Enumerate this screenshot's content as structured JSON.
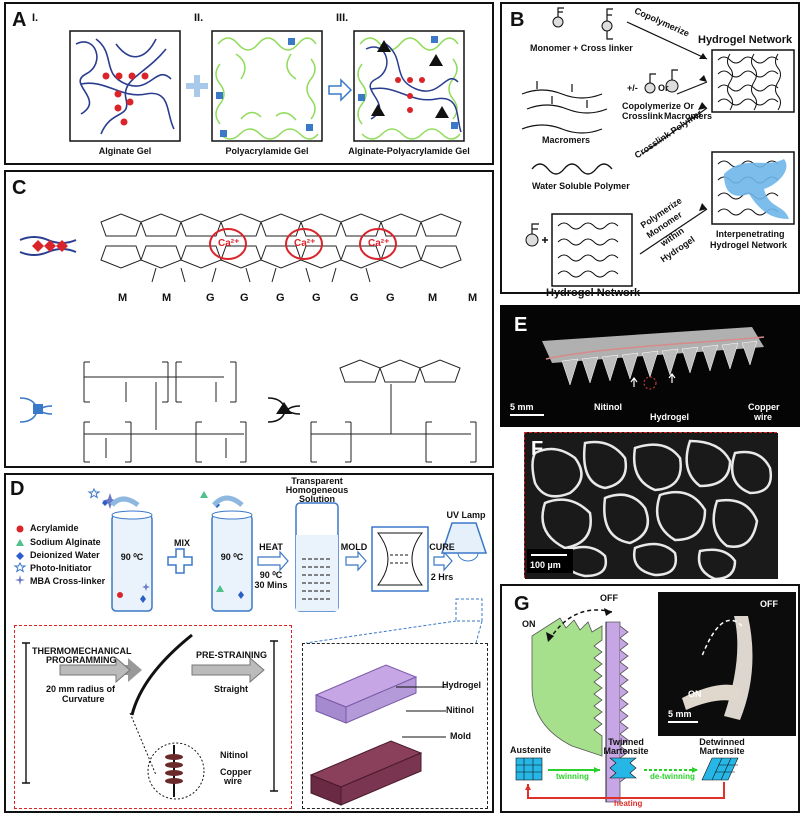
{
  "panel_labels": {
    "a": "A",
    "b": "B",
    "c": "C",
    "d": "D",
    "e": "E",
    "f": "F",
    "g": "G"
  },
  "panel_a": {
    "step_labels": [
      "I.",
      "II.",
      "III."
    ],
    "captions": [
      "Alginate Gel",
      "Polyacrylamide Gel",
      "Alginate-Polyacrylamide Gel"
    ]
  },
  "panel_b": {
    "monomer_eq": "Monomer  +  Cross linker",
    "copolymerize": "Copolymerize",
    "network_title": "Hydrogel Network",
    "plus_minus": "+/-",
    "or": "Or",
    "copoly_or": "Copolymerize Or",
    "crosslink_macromers": "Crosslink",
    "macromers_word": "Macromers",
    "macromers": "Macromers",
    "crosslink_polymer": "Crosslink Polymer",
    "water_polymer": "Water Soluble Polymer",
    "polymerize": "Polymerize",
    "monomer": "Monomer",
    "within": "within",
    "hydrogel": "Hydrogel",
    "interpenetrating_1": "Interpenetrating",
    "interpenetrating_2": "Hydrogel Network",
    "bottom_network": "Hydrogel Network"
  },
  "panel_c": {
    "ca_label": "Ca²⁺",
    "residues": [
      "M",
      "M",
      "G",
      "G",
      "G",
      "G",
      "G",
      "G",
      "M",
      "M"
    ]
  },
  "panel_d": {
    "legend": [
      "Acrylamide",
      "Sodium Alginate",
      "Deionized Water",
      "Photo-Initiator",
      "MBA Cross-linker"
    ],
    "temp_1": "90 ⁰C",
    "temp_2": "90 ⁰C",
    "mix": "MIX",
    "heat": "HEAT",
    "heat_temp": "90 ⁰C",
    "heat_time": "30 Mins",
    "solution_1": "Transparent",
    "solution_2": "Homogeneous",
    "solution_3": "Solution",
    "mold": "MOLD",
    "cure": "CURE",
    "cure_time": "2 Hrs",
    "uv_lamp": "UV Lamp",
    "thermo_1": "THERMOMECHANICAL",
    "thermo_2": "PROGRAMMING",
    "radius_1": "20 mm radius of",
    "radius_2": "Curvature",
    "prestrain": "PRE-STRAINING",
    "straight": "Straight",
    "nitinol": "Nitinol",
    "copper_1": "Copper",
    "copper_2": "wire",
    "layer_hydrogel": "Hydrogel",
    "layer_nitinol": "Nitinol",
    "layer_mold": "Mold"
  },
  "panel_e": {
    "scale": "5 mm",
    "nitinol": "Nitinol",
    "hydrogel": "Hydrogel",
    "copper_1": "Copper",
    "copper_2": "wire"
  },
  "panel_f": {
    "scale": "100 µm"
  },
  "panel_g": {
    "off": "OFF",
    "on": "ON",
    "photo_off": "OFF",
    "photo_on": "ON",
    "scale": "5 mm",
    "austenite": "Austenite",
    "twinned_1": "Twinned",
    "twinned_2": "Martensite",
    "detwinned_1": "Detwinned",
    "detwinned_2": "Martensite",
    "twinning": "twinning",
    "detwinning": "de-twinning",
    "heating": "heating"
  },
  "colors": {
    "alginate_blue": "#2a3d8f",
    "polyacrylamide_green": "#8fdc5a",
    "calcium_red": "#d9242a",
    "crosslink_blue": "#3a78c8",
    "g_green": "#a6e08c",
    "g_purple": "#c7a6e6",
    "lattice_cyan": "#26b7e6",
    "twinning_green": "#2bd12b",
    "heating_red": "#e0302a",
    "hydrogel_mold_violet": "#b49ad8",
    "mold_maroon": "#8a3f5a"
  }
}
